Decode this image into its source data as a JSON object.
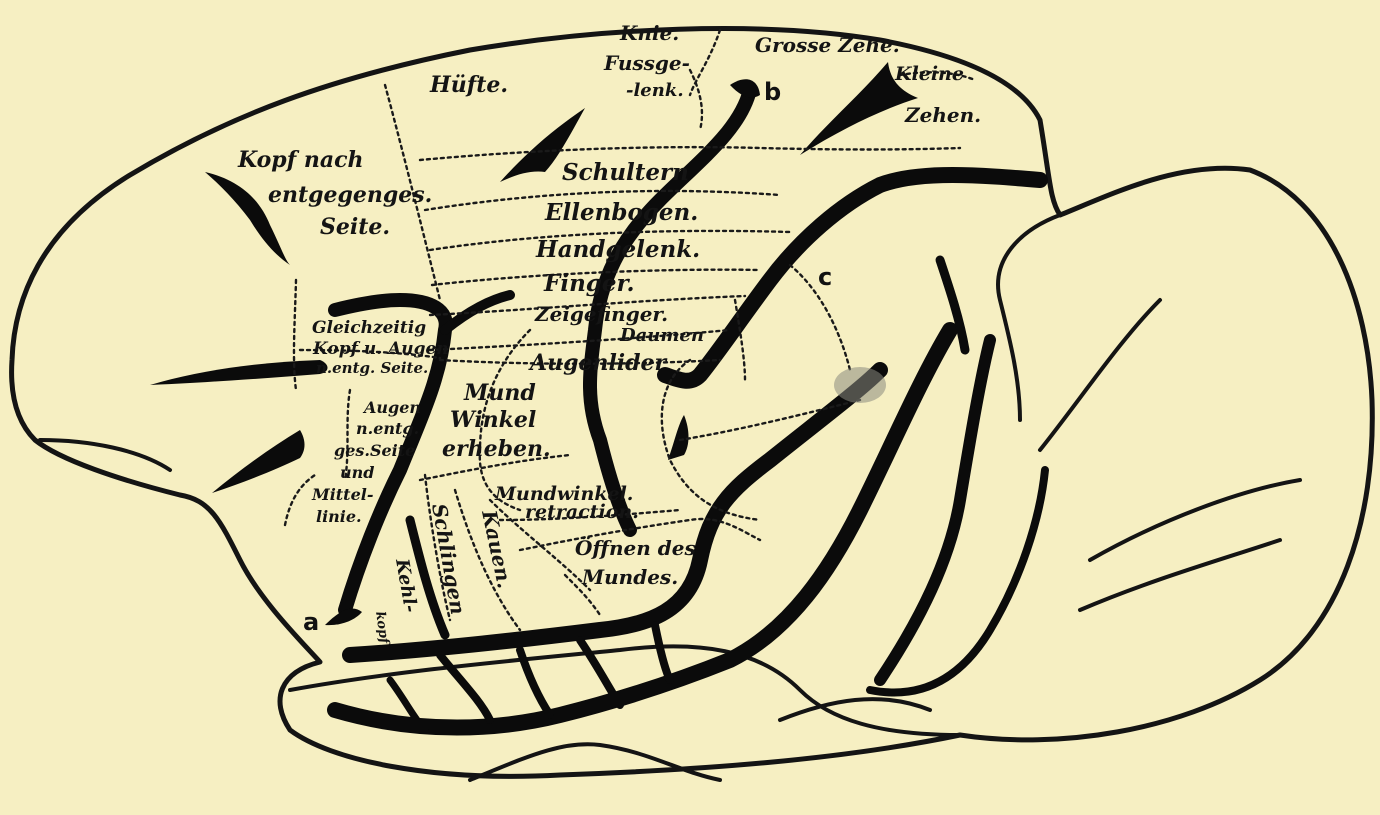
{
  "labels": {
    "knie": "Knie.",
    "fussgelenk_1": "Fussge-",
    "fussgelenk_2": "-lenk.",
    "grosse_zehe": "Grosse Zehe.",
    "kleine": "Kleine",
    "zehen": "Zehen.",
    "huefte": "Hüfte.",
    "kopf_1": "Kopf nach",
    "kopf_2": "entgegenges.",
    "kopf_3": "Seite.",
    "schultern": "Schultern",
    "ellenbogen": "Ellenbogen.",
    "handgelenk": "Handgelenk.",
    "finger": "Finger.",
    "zeigefinger": "Zeigefinger.",
    "daumen": "Daumen",
    "augenlider": "Augenlider",
    "gleich_1": "Gleichzeitig",
    "gleich_2": "Kopf u. Augen",
    "gleich_3": "n.entg. Seite.",
    "augen_1": "Augen",
    "augen_2": "n.entg.",
    "augen_3": "ges.Seite",
    "augen_4": "und",
    "augen_5": "Mittel-",
    "augen_6": "linie.",
    "mund_1": "Mund",
    "mund_2": "Winkel",
    "mund_3": "erheben.",
    "mundw_1": "Mundwinkel.",
    "mundw_2": "retraction.",
    "oeffnen_1": "Öffnen des",
    "oeffnen_2": "Mundes.",
    "schlingen": "Schlingen",
    "kauen": "Kauen.",
    "kehl": "Kehl-",
    "kopf_small": "kopf"
  },
  "markers": {
    "a": "a",
    "b": "b",
    "c": "c"
  }
}
